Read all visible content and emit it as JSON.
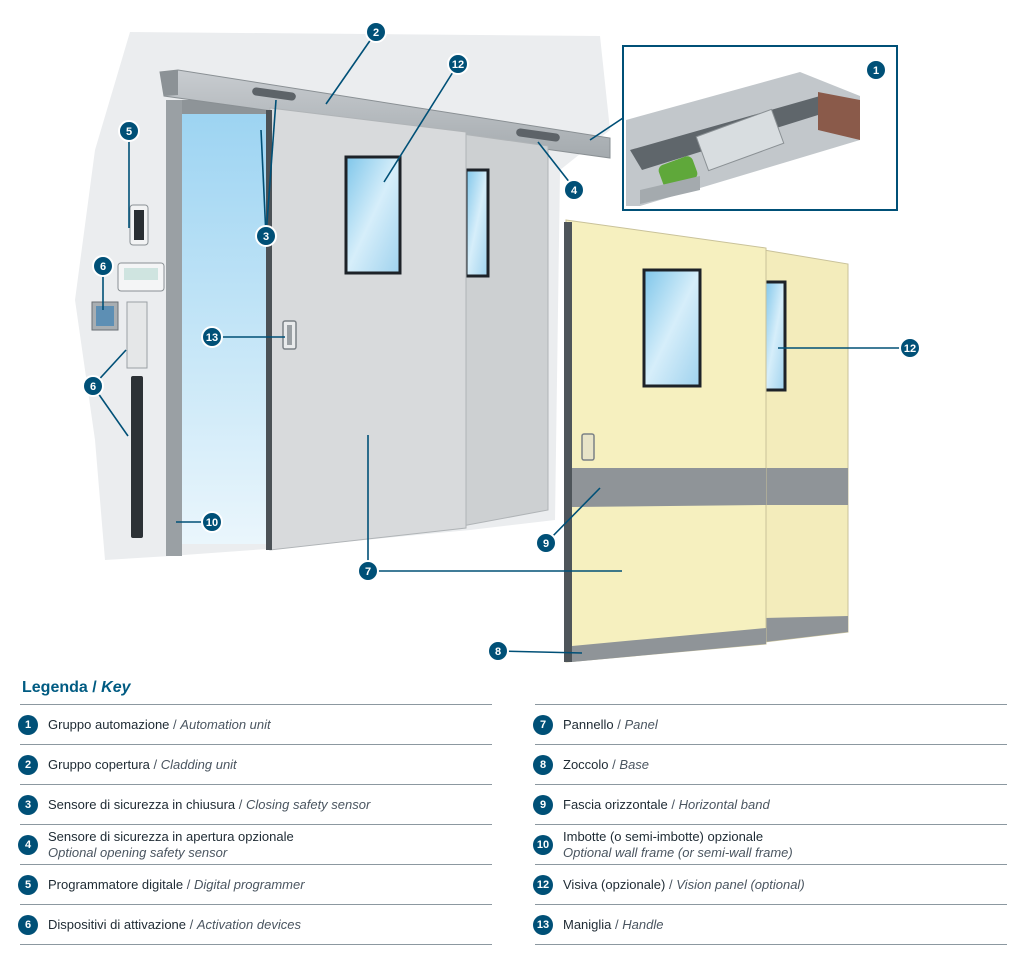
{
  "legend": {
    "title_it": "Legenda",
    "sep": "/",
    "title_en": "Key",
    "items": [
      {
        "num": "1",
        "it": "Gruppo automazione",
        "en": "Automation unit"
      },
      {
        "num": "2",
        "it": "Gruppo copertura",
        "en": "Cladding unit"
      },
      {
        "num": "3",
        "it": "Sensore di sicurezza in chiusura",
        "en": "Closing safety sensor"
      },
      {
        "num": "4",
        "it": "Sensore di sicurezza in apertura opzionale",
        "en": "Optional opening safety sensor"
      },
      {
        "num": "5",
        "it": "Programmatore digitale",
        "en": "Digital programmer"
      },
      {
        "num": "6",
        "it": "Dispositivi di attivazione",
        "en": "Activation devices"
      },
      {
        "num": "7",
        "it": "Pannello",
        "en": "Panel"
      },
      {
        "num": "8",
        "it": "Zoccolo",
        "en": "Base"
      },
      {
        "num": "9",
        "it": "Fascia orizzontale",
        "en": "Horizontal band"
      },
      {
        "num": "10",
        "it": "Imbotte (o semi-imbotte) opzionale",
        "en": "Optional wall frame (or semi-wall frame)"
      },
      {
        "num": "12",
        "it": "Visiva (opzionale)",
        "en": "Vision panel (optional)"
      },
      {
        "num": "13",
        "it": "Maniglia",
        "en": "Handle"
      }
    ]
  },
  "callouts": [
    "1",
    "2",
    "3",
    "4",
    "5",
    "6",
    "6",
    "7",
    "8",
    "9",
    "10",
    "12",
    "12",
    "13"
  ],
  "colors": {
    "accent": "#005077",
    "door_grey": "#d4d6d8",
    "door_cream": "#f6f0bf",
    "band_grey": "#8f9498",
    "glass_blue": "#a9d9f2"
  }
}
